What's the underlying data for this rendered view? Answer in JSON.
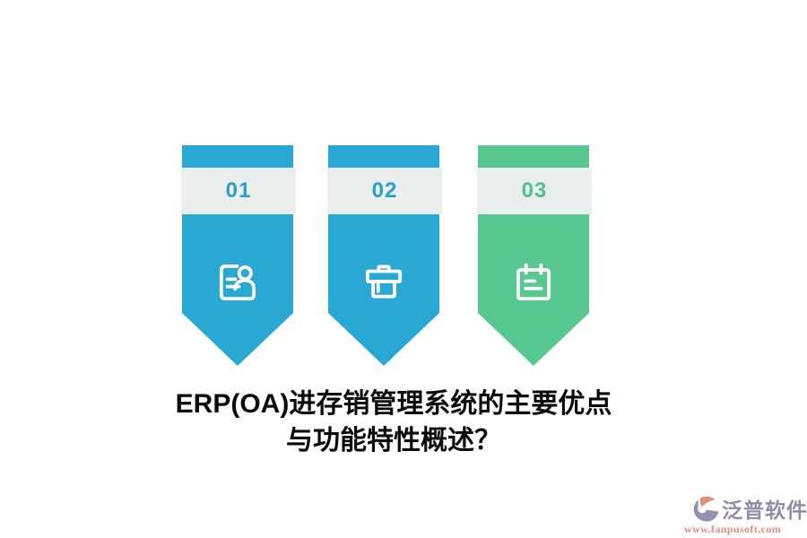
{
  "background": "#ffffff",
  "banners": [
    {
      "number": "01",
      "icon": "contact-card-icon",
      "ribbon_color": "#29a8d4",
      "number_color": "#2b9fc9",
      "band_color": "#eaeeec",
      "icon_color": "#ffffff"
    },
    {
      "number": "02",
      "icon": "storage-box-icon",
      "ribbon_color": "#29a8d4",
      "number_color": "#2b9fc9",
      "band_color": "#eaeeec",
      "icon_color": "#ffffff"
    },
    {
      "number": "03",
      "icon": "calendar-icon",
      "ribbon_color": "#57c890",
      "number_color": "#4fc18c",
      "band_color": "#eaeeec",
      "icon_color": "#ffffff"
    }
  ],
  "title": {
    "line1": "ERP(OA)进存销管理系统的主要优点",
    "line2": "与功能特性概述？",
    "color": "#0b0b0b"
  },
  "logo": {
    "name": "泛普软件",
    "url": "www.fanpusoft.com",
    "name_color": "#908da9",
    "url_color": "#dc8e80",
    "mark_orange": "#e2927b",
    "mark_purple": "#9592ad"
  }
}
